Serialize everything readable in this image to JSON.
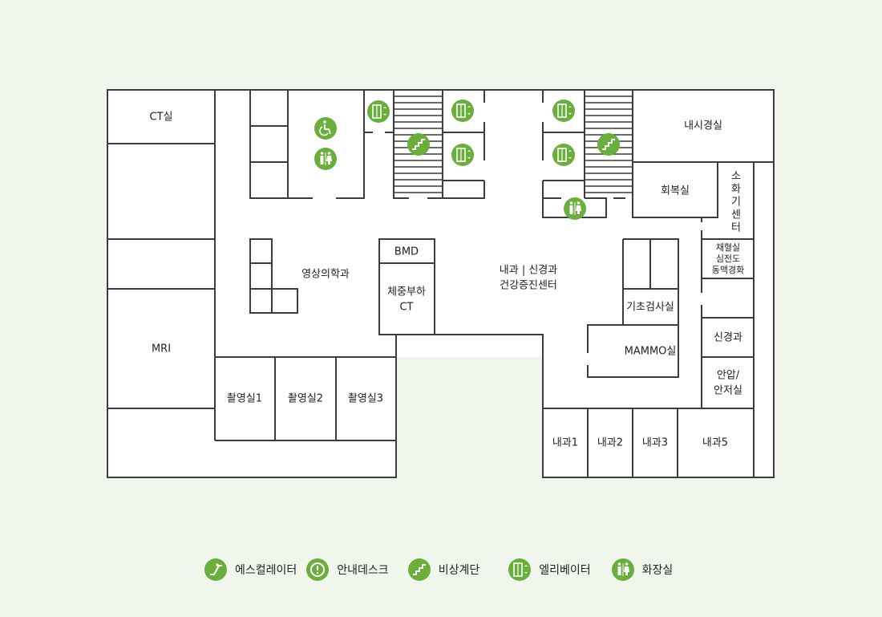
{
  "map": {
    "rooms": {
      "ct": "CT실",
      "mri": "MRI",
      "radiology": "영상의학과",
      "bmd": "BMD",
      "body_ct_line1": "체중부하",
      "body_ct_line2": "CT",
      "internal_line1": "내과 | 신경과",
      "internal_line2": "건강증진센터",
      "endoscopy": "내시경실",
      "recovery": "회복실",
      "gi_center": [
        "소",
        "화",
        "기",
        "센",
        "터"
      ],
      "blood_line1": "채혈실",
      "blood_line2": "심전도",
      "blood_line3": "동맥경화",
      "basic_test": "기초검사실",
      "mammo": "MAMMO실",
      "neuro": "신경과",
      "eye_line1": "안압/",
      "eye_line2": "안저실",
      "shoot1": "촬영실1",
      "shoot2": "촬영실2",
      "shoot3": "촬영실3",
      "im1": "내과1",
      "im2": "내과2",
      "im3": "내과3",
      "im5": "내과5"
    },
    "colors": {
      "background": "#f1f6ec",
      "floor": "#ffffff",
      "wall": "#3d3d3d",
      "icon": "#6aae3c"
    }
  },
  "legend": [
    {
      "icon": "escalator-icon",
      "label": "에스컬레이터"
    },
    {
      "icon": "info-desk-icon",
      "label": "안내데스크"
    },
    {
      "icon": "stairs-icon",
      "label": "비상계단"
    },
    {
      "icon": "elevator-icon",
      "label": "엘리베이터"
    },
    {
      "icon": "restroom-icon",
      "label": "화장실"
    }
  ]
}
